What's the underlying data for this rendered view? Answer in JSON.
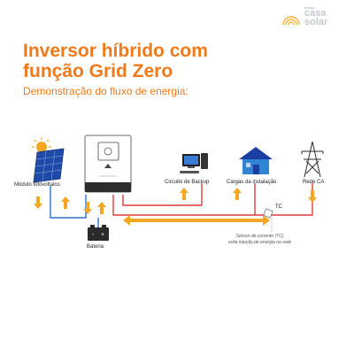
{
  "logo": {
    "small": "nosso",
    "line1": "casa",
    "line2": "solar"
  },
  "title_line1": "Inversor híbrido com",
  "title_line2": "função Grid Zero",
  "subtitle": "Demonstração do fluxo de energia:",
  "components": {
    "pv_module": "Módulo fotovoltaico",
    "backup_circuit": "Circuito de Backup",
    "installation_loads": "Cargas da instalação",
    "grid": "Rede CA",
    "battery": "Bateria",
    "ct_tag": "TC"
  },
  "ct_note": {
    "line1": "Sensor de corrente (TC)",
    "line2": "evita injeção de energia na rede"
  },
  "colors": {
    "accent": "#f07a1a",
    "arrow": "#f5a623",
    "dc_line": "#2f6fd6",
    "ac_line": "#e23b3b",
    "house_roof": "#1b3fa0",
    "house_wall": "#2f86d6"
  }
}
